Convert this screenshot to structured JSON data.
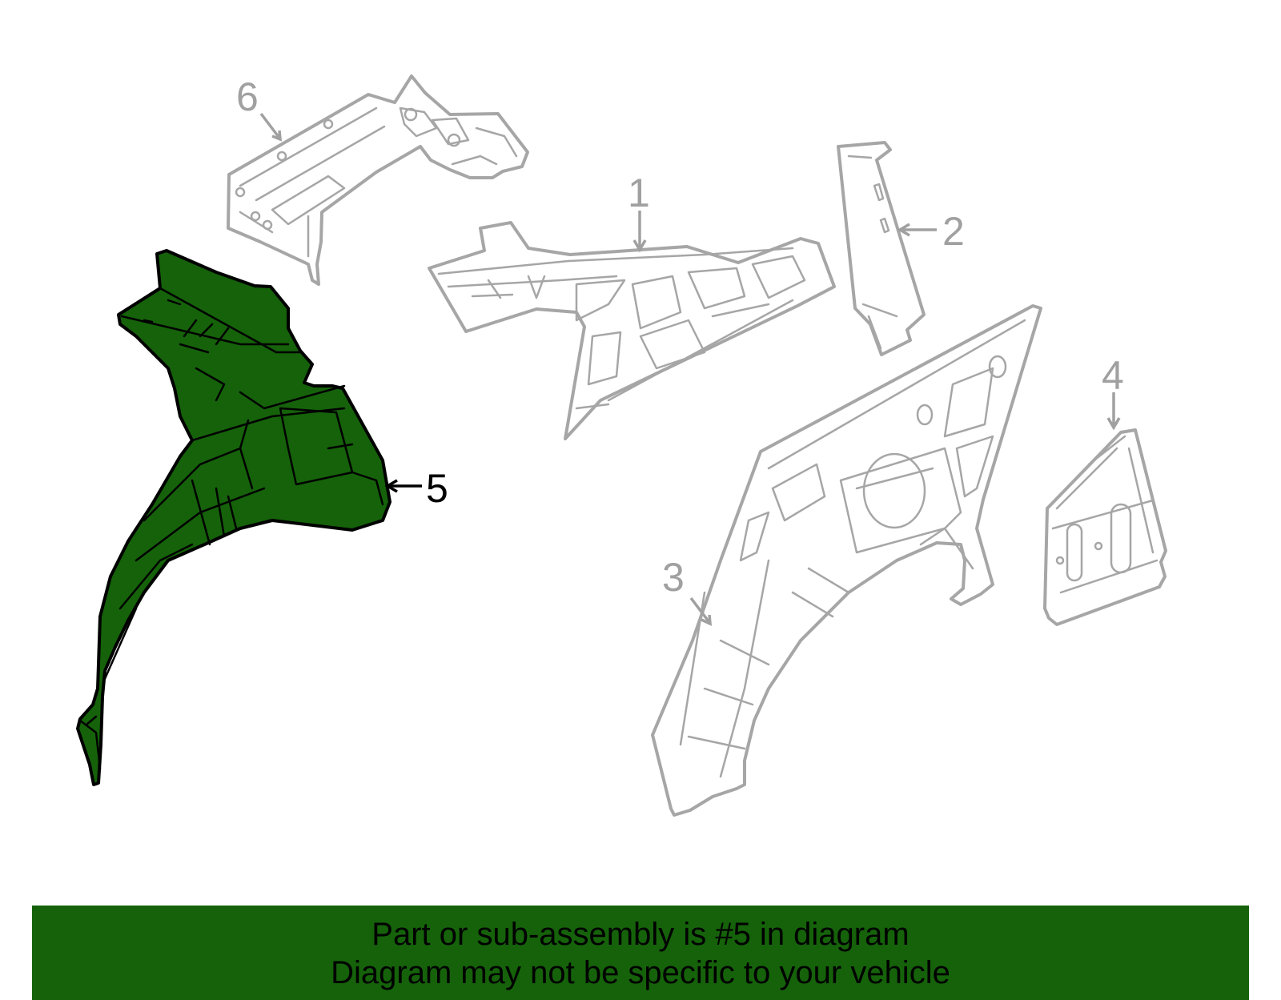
{
  "diagram": {
    "callouts": [
      {
        "label": "1",
        "highlighted": false
      },
      {
        "label": "2",
        "highlighted": false
      },
      {
        "label": "3",
        "highlighted": false
      },
      {
        "label": "4",
        "highlighted": false
      },
      {
        "label": "5",
        "highlighted": true
      },
      {
        "label": "6",
        "highlighted": false
      }
    ]
  },
  "banner": {
    "line1": "Part or sub-assembly is #5 in diagram",
    "line2": "Diagram may not be specific to your vehicle"
  },
  "colors": {
    "highlight_fill": "#15620a",
    "outline_gray": "#a6a6a6",
    "banner_bg": "#15620a"
  }
}
